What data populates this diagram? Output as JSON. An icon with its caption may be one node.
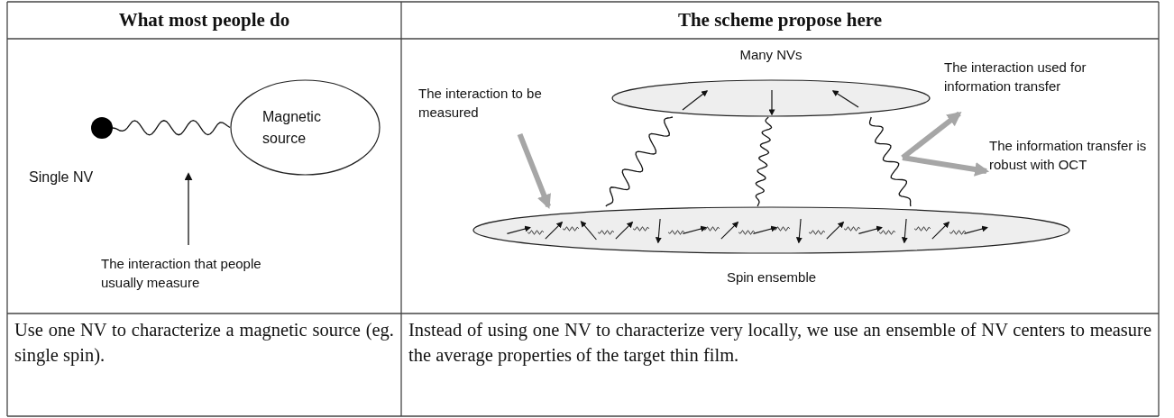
{
  "diagram": {
    "nodes": [
      {
        "text": [],
        "shape": "circle",
        "beside": [
          "Single NV"
        ]
      },
      {
        "text": [
          "Magnetic source"
        ]
      },
      {
        "text": [
          "The interaction that people usually measure"
        ]
      },
      {
        "text": [
          "Many NVs"
        ]
      },
      {
        "text": [
          "Spin ensemble"
        ]
      },
      {
        "text": [
          "The interaction to be measured"
        ]
      },
      {
        "text": [
          "The interaction used for information transfer"
        ]
      },
      {
        "text": [
          "The information transfer is robust with OCT"
        ]
      }
    ],
    "edges": [
      {
        "from": 0,
        "to": 1,
        "arrow": "none"
      },
      {
        "from": 2,
        "to": null,
        "arrow": "to"
      },
      {
        "from": 5,
        "to": 4,
        "arrow": "to",
        "style": "thick",
        "color": "#a6a6a6"
      },
      {
        "from": 4,
        "to": 3,
        "arrow": "none"
      },
      {
        "from": 4,
        "to": 3,
        "arrow": "none"
      },
      {
        "from": 4,
        "to": 3,
        "arrow": "none"
      },
      {
        "from": null,
        "to": 6,
        "arrow": "to",
        "style": "thick",
        "color": "#a6a6a6"
      },
      {
        "from": null,
        "to": 7,
        "arrow": "to",
        "style": "thick",
        "color": "#a6a6a6"
      }
    ],
    "labels": [
      "What most people do",
      "The scheme propose here",
      "Use one NV to characterize a magnetic source (eg. single spin).",
      "Instead of using one NV to characterize very locally, we use an ensemble of NV centers to measure the average properties of the target thin film."
    ]
  }
}
